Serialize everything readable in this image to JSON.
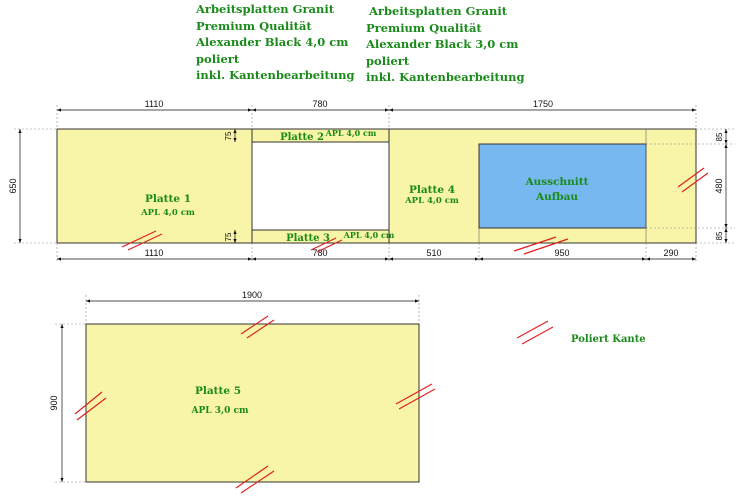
{
  "notes": {
    "left": [
      "Arbeitsplatten Granit",
      "Premium Qualität",
      "Alexander Black 4,0 cm",
      "poliert",
      "inkl. Kantenbearbeitung"
    ],
    "right": [
      "Arbeitsplatten Granit",
      "Premium Qualität",
      "Alexander Black 3,0 cm",
      "poliert",
      "inkl. Kantenbearbeitung"
    ]
  },
  "dimensions": {
    "top_1": "1110",
    "top_2": "780",
    "top_3": "1750",
    "bottom_1": "1110",
    "bottom_2": "780",
    "bottom_3": "510",
    "bottom_4": "950",
    "bottom_5": "290",
    "left_height": "650",
    "strip_top": "75",
    "strip_bottom": "75",
    "right_top": "85",
    "right_mid": "480",
    "right_bottom": "85",
    "p5_width": "1900",
    "p5_height": "900"
  },
  "plates": {
    "p1": {
      "name": "Platte 1",
      "apl": "APL 4,0 cm"
    },
    "p2": {
      "name": "Platte 2",
      "apl": "APL 4,0 cm"
    },
    "p3": {
      "name": "Platte 3",
      "apl": "APL 4,0 cm"
    },
    "p4": {
      "name": "Platte 4",
      "apl": "APL 4,0 cm"
    },
    "p5": {
      "name": "Platte 5",
      "apl": "APL 3,0 cm"
    }
  },
  "cutout": {
    "line1": "Ausschnitt",
    "line2": "Aufbau"
  },
  "legend": {
    "label": "Poliert Kante"
  },
  "colors": {
    "plate": "#f8f4a8",
    "cutout": "#78b8f0",
    "edge_mark": "#e02020",
    "label": "#1a8a1a"
  }
}
